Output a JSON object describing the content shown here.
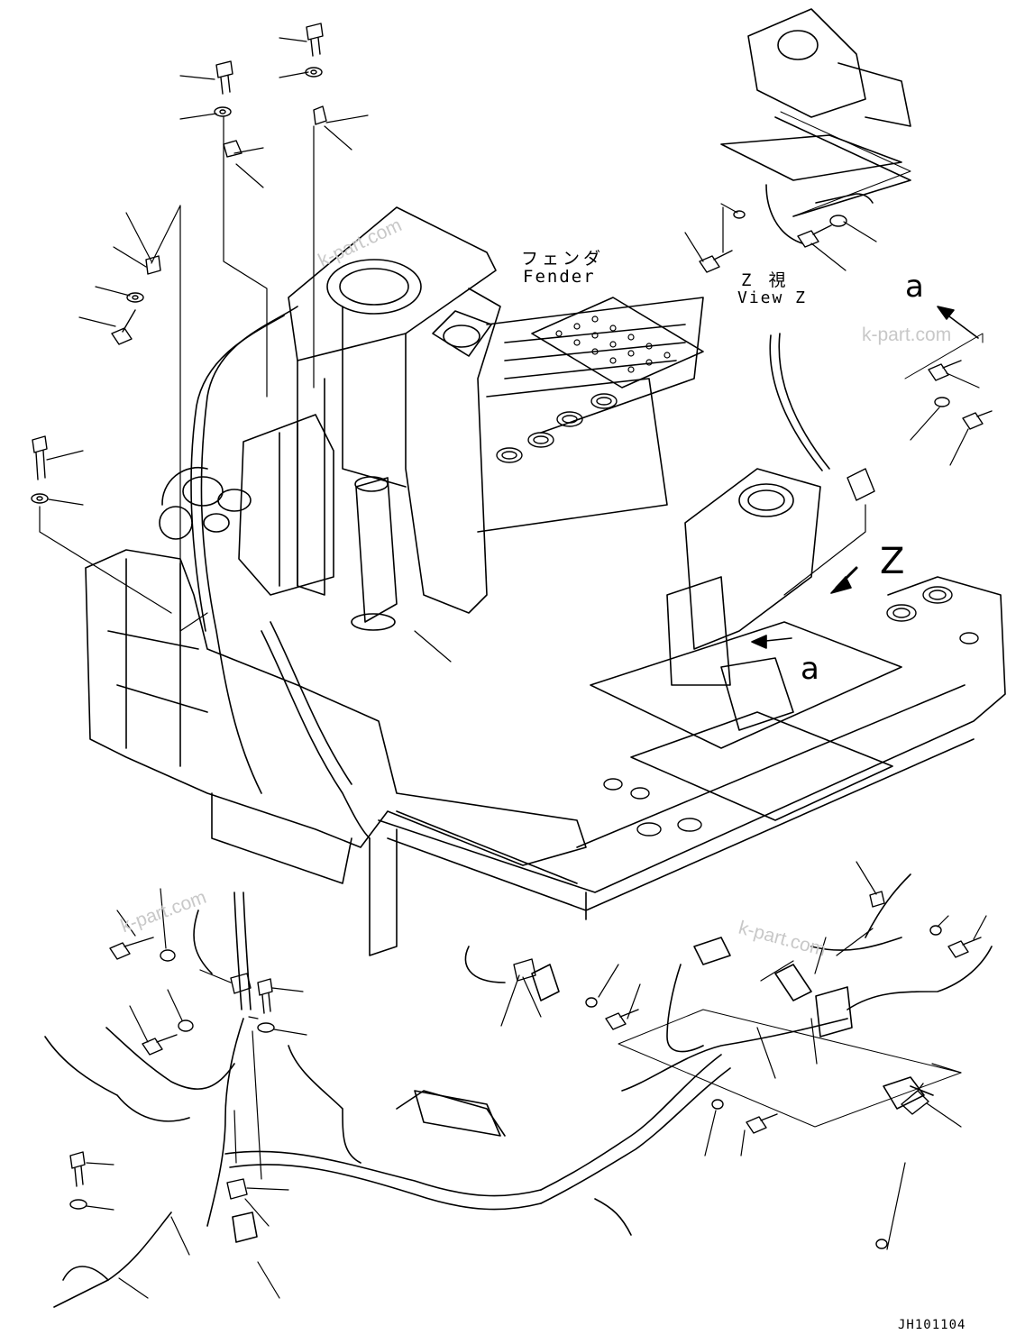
{
  "labels": {
    "fender_jp": "フェンダ",
    "fender_en": "Fender",
    "view_jp": "Z　視",
    "view_en": "View Z",
    "z_marker": "Z",
    "a_top": "a",
    "a_mid": "a",
    "drawing_code": "JH101104"
  },
  "watermarks": [
    "k-part.com",
    "k-part.com",
    "k-part.com",
    "k-part.com"
  ],
  "colors": {
    "line": "#000000",
    "watermark": "#c8c8c8",
    "background": "#ffffff"
  }
}
